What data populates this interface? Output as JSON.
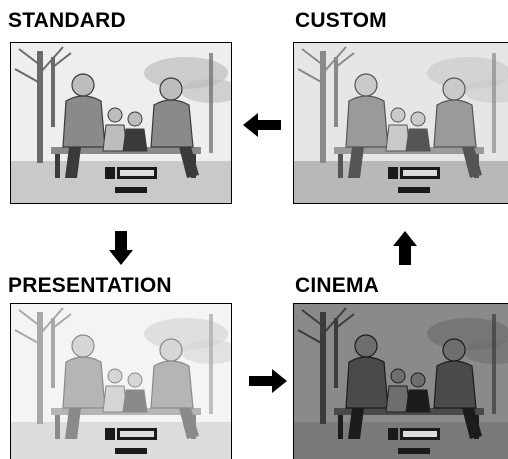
{
  "modes": {
    "standard": {
      "title": "STANDARD",
      "tone": "standard"
    },
    "custom": {
      "title": "CUSTOM",
      "tone": "custom"
    },
    "presentation": {
      "title": "PRESENTATION",
      "tone": "presentation"
    },
    "cinema": {
      "title": "CINEMA",
      "tone": "cinema"
    }
  },
  "icons": {
    "standard_to_presentation": "arrow-down-icon",
    "presentation_to_cinema": "arrow-right-icon",
    "cinema_to_custom": "arrow-up-icon",
    "custom_to_standard": "arrow-left-icon"
  },
  "colors": {
    "text": "#000000",
    "arrow": "#000000",
    "border": "#000000"
  }
}
